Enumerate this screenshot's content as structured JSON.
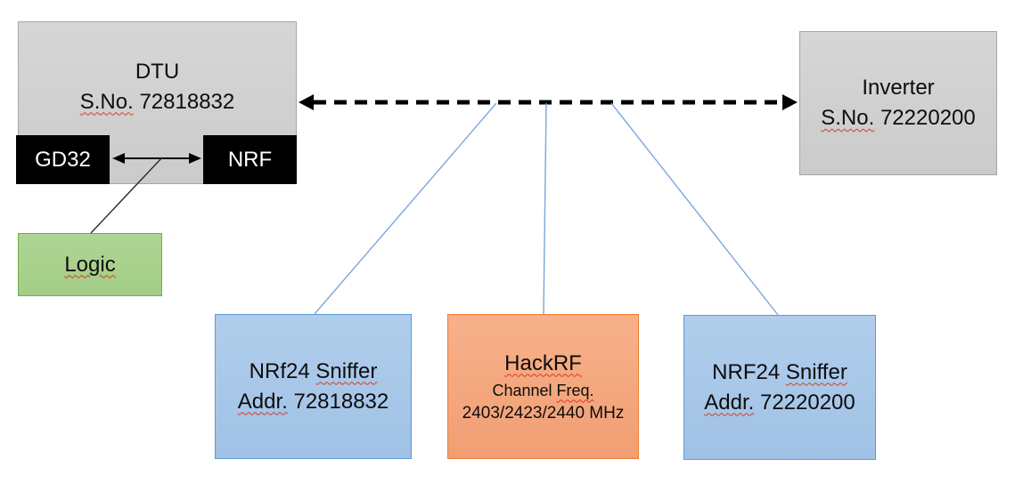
{
  "boxes": {
    "dtu": {
      "title": "DTU",
      "sno_label": "S.No.",
      "serial": "72818832"
    },
    "gd32": {
      "label": "GD32"
    },
    "nrf": {
      "label": "NRF"
    },
    "logic": {
      "label": "Logic"
    },
    "inverter": {
      "title": "Inverter",
      "sno_label": "S.No.",
      "serial": "72220200"
    },
    "sniffer1": {
      "name": "NRf24",
      "sniffer_word": "Sniffer",
      "addr_label": "Addr.",
      "addr": "72818832"
    },
    "hackrf": {
      "title": "HackRF",
      "channel_word": "Channel",
      "freq_word": "Freq.",
      "frequencies": "2403/2423/2440 MHz"
    },
    "sniffer2": {
      "name": "NRF24",
      "sniffer_word": "Sniffer",
      "addr_label": "Addr.",
      "addr": "72220200"
    }
  },
  "colors": {
    "box_gray_fill": "#d0d0d0",
    "box_gray_border": "#a6a6a6",
    "box_blue_fill": "#a8c7e8",
    "box_blue_border": "#5b9bd5",
    "box_orange_fill": "#f5a87e",
    "box_orange_border": "#ed7d31",
    "box_green_fill": "#a9d18e",
    "box_green_border": "#70ad47",
    "chip_fill": "#000000",
    "chip_text": "#ffffff",
    "connector_blue": "#7ca6d7",
    "arrow_black": "#000000",
    "squiggle_red": "#d93a2b",
    "background": "#ffffff"
  }
}
